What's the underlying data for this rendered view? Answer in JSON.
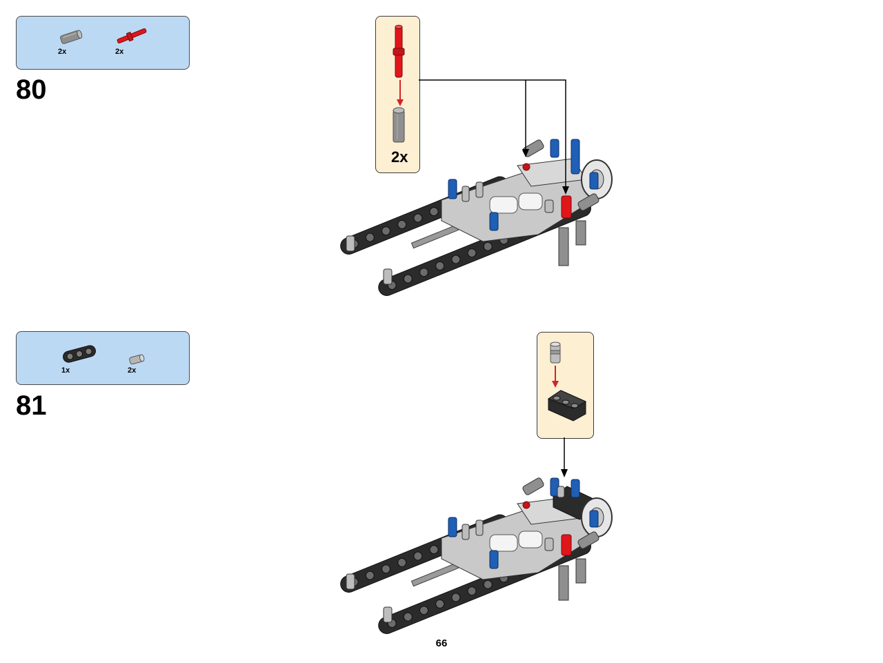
{
  "steps": [
    {
      "number": "80",
      "parts": [
        {
          "name": "axle-connector-gray",
          "qty": "2x"
        },
        {
          "name": "axle-pin-red",
          "qty": "2x"
        }
      ],
      "callout": {
        "qty": "2x"
      }
    },
    {
      "number": "81",
      "parts": [
        {
          "name": "beam-3-black",
          "qty": "1x"
        },
        {
          "name": "bushing-gray",
          "qty": "2x"
        }
      ]
    }
  ],
  "page_number": "66",
  "colors": {
    "parts_box": "#bcd9f3",
    "callout": "#fdefd2",
    "arrow_red": "#d2232a",
    "beam_black": "#2b2b2b",
    "frame_gray": "#c9c9c9",
    "pin_blue": "#1f5fb5",
    "pin_red": "#e0161b"
  }
}
